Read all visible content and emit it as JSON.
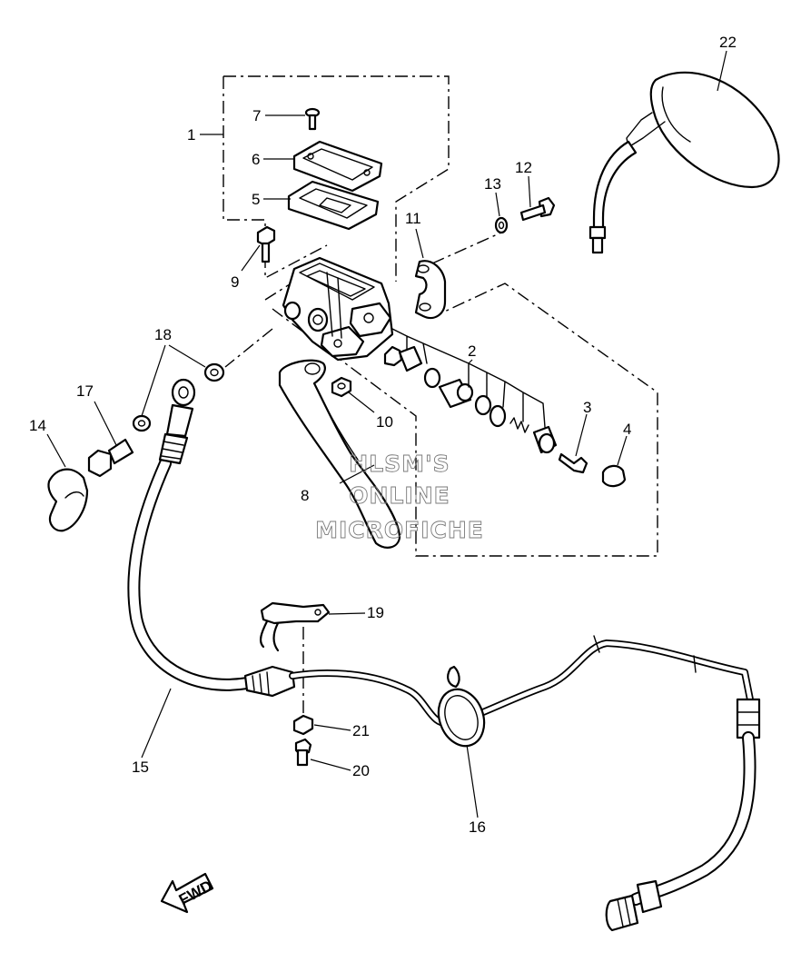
{
  "callouts": {
    "p1": "1",
    "p2": "2",
    "p3": "3",
    "p4": "4",
    "p5": "5",
    "p6": "6",
    "p7": "7",
    "p8": "8",
    "p9": "9",
    "p10": "10",
    "p11": "11",
    "p12": "12",
    "p13": "13",
    "p14": "14",
    "p15": "15",
    "p16": "16",
    "p17": "17",
    "p18": "18",
    "p19": "19",
    "p20": "20",
    "p21": "21",
    "p22": "22"
  },
  "watermark": {
    "line1": "HLSM'S",
    "line2": "ONLINE",
    "line3": "MICROFICHE"
  },
  "fwd_label": "FWD"
}
